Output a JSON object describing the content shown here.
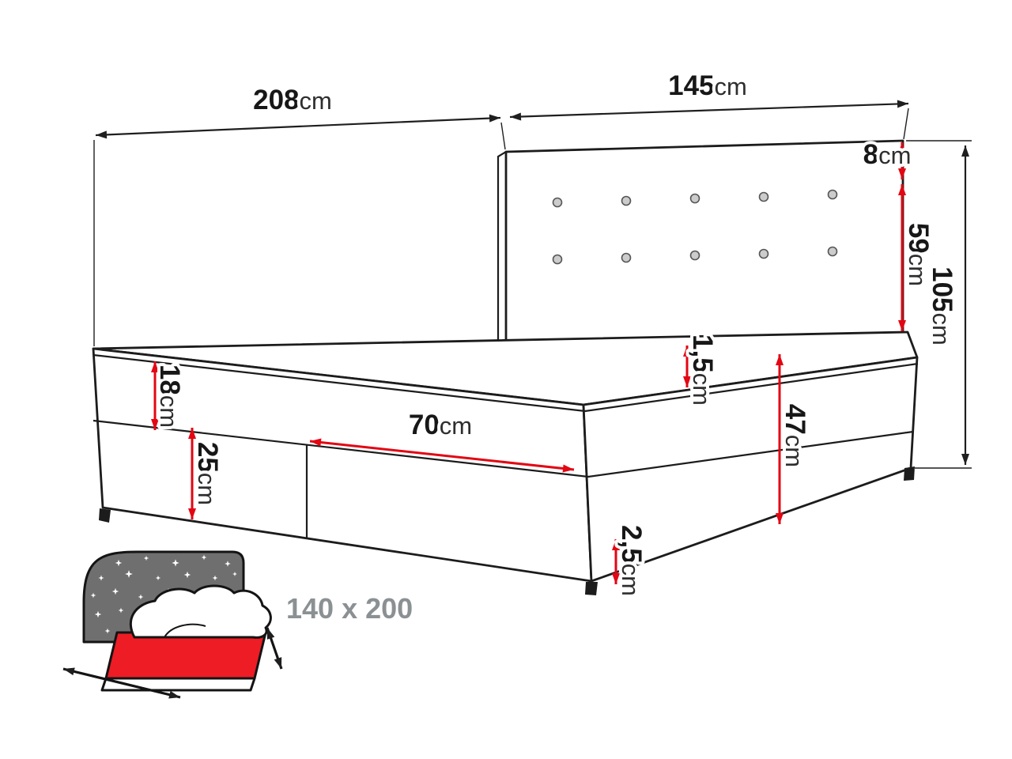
{
  "diagram": {
    "dimensions": {
      "length": {
        "value": "208",
        "unit": "cm"
      },
      "width": {
        "value": "145",
        "unit": "cm"
      },
      "headboard_top": {
        "value": "8",
        "unit": "cm"
      },
      "headboard_height": {
        "value": "59",
        "unit": "cm"
      },
      "total_height": {
        "value": "105",
        "unit": "cm"
      },
      "mattress_height": {
        "value": "18",
        "unit": "cm"
      },
      "base_height": {
        "value": "25",
        "unit": "cm"
      },
      "drawer_width": {
        "value": "70",
        "unit": "cm"
      },
      "topper_height": {
        "value": "1,5",
        "unit": "cm"
      },
      "side_height": {
        "value": "47",
        "unit": "cm"
      },
      "leg_height": {
        "value": "2,5",
        "unit": "cm"
      }
    },
    "icon": {
      "size_label": "140 x 200"
    },
    "colors": {
      "dimension_red": "#e30613",
      "line_black": "#1c1c1c",
      "headboard_gray": "#6f6f6f",
      "mattress_red": "#ee1c25",
      "label_gray": "#8b9093"
    }
  }
}
